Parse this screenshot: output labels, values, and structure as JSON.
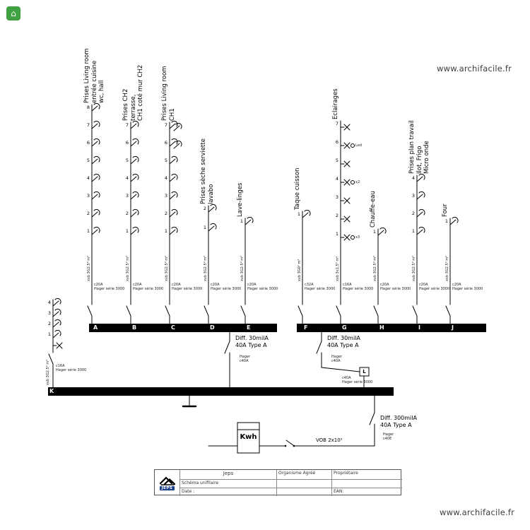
{
  "page": {
    "watermark": "www.archifacile.fr",
    "logo_glyph": "⌂"
  },
  "circuits": [
    {
      "bus_letter": "A",
      "label": "Prises Living room\nentrée cuisine\nwc, hall",
      "wire": "xvb 3G2.5² m²",
      "breaker": "c20A",
      "brand": "Hager série 3000",
      "symbol": "socket",
      "items": [
        {
          "n": "8"
        },
        {
          "n": "7"
        },
        {
          "n": "6"
        },
        {
          "n": "5"
        },
        {
          "n": "4"
        },
        {
          "n": "3"
        },
        {
          "n": "2"
        },
        {
          "n": "1"
        }
      ]
    },
    {
      "bus_letter": "B",
      "label": "Prises CH2\nterrasse,\nCH1 coté mur CH2",
      "wire": "xvb 3G2.5² m²",
      "breaker": "c20A",
      "brand": "Hager série 3000",
      "symbol": "socket",
      "items": [
        {
          "n": "7"
        },
        {
          "n": "6"
        },
        {
          "n": "5"
        },
        {
          "n": "4"
        },
        {
          "n": "3"
        },
        {
          "n": "2"
        },
        {
          "n": "1"
        }
      ]
    },
    {
      "bus_letter": "C",
      "label": "Prises Living room\nCH1",
      "wire": "xvb 3G2.5² m²",
      "breaker": "c20A",
      "brand": "Hager série 3000",
      "symbol": "socket",
      "items": [
        {
          "n": "7",
          "double": true
        },
        {
          "n": "6",
          "double": true
        },
        {
          "n": "5"
        },
        {
          "n": "4"
        },
        {
          "n": "3"
        },
        {
          "n": "2"
        },
        {
          "n": "1"
        }
      ]
    },
    {
      "bus_letter": "D",
      "label": "Prises sèche serviette\nlavabo",
      "wire": "xvb 3G2.5² m²",
      "breaker": "c20A",
      "brand": "Hager série 3000",
      "symbol": "socket",
      "items": [
        {
          "n": "2"
        },
        {
          "n": "1"
        }
      ]
    },
    {
      "bus_letter": "E",
      "label": "Lave-linges",
      "wire": "xvb 3G2.5² m²",
      "breaker": "c20A",
      "brand": "Hager série 3000",
      "symbol": "socket",
      "items": [
        {
          "n": "1"
        }
      ]
    },
    {
      "bus_letter": "F",
      "label": "Taque cuisson",
      "wire": "xvb 3G6² m²",
      "breaker": "c32A",
      "brand": "Hager série 3000",
      "symbol": "socket",
      "items": [
        {
          "n": "1"
        }
      ]
    },
    {
      "bus_letter": "G",
      "label": "Eclairages",
      "wire": "xvb 3x1.5² m²",
      "breaker": "c16A",
      "brand": "Hager série 3000",
      "symbol": "lamp",
      "items": [
        {
          "n": "7"
        },
        {
          "n": "6",
          "note": "Led"
        },
        {
          "n": "5"
        },
        {
          "n": "4",
          "note": "x2"
        },
        {
          "n": "3"
        },
        {
          "n": "2"
        },
        {
          "n": "1",
          "note": "x3"
        }
      ]
    },
    {
      "bus_letter": "H",
      "label": "Chauffe-eau",
      "wire": "xvb 3G2.5² m²",
      "breaker": "c20A",
      "brand": "Hager série 3000",
      "symbol": "socket",
      "items": [
        {
          "n": "1"
        }
      ]
    },
    {
      "bus_letter": "I",
      "label": "Prises plan travail\nIlot, Frigo\nMicro onde",
      "wire": "xvb 3G2.5² m²",
      "breaker": "c20A",
      "brand": "Hager série 3000",
      "symbol": "socket",
      "items": [
        {
          "n": "4"
        },
        {
          "n": "3"
        },
        {
          "n": "2"
        },
        {
          "n": "1"
        }
      ]
    },
    {
      "bus_letter": "J",
      "label": "Four",
      "wire": "xvb 3G2.5² m²",
      "breaker": "c20A",
      "brand": "Hager série 3000",
      "symbol": "socket",
      "items": [
        {
          "n": "1"
        }
      ]
    }
  ],
  "k_circuit": {
    "bus_letter": "K",
    "wire": "xvb 3G2.5² m²",
    "breaker": "c16A",
    "brand": "Hager série 3000",
    "items": [
      {
        "n": "4"
      },
      {
        "n": "3"
      },
      {
        "n": "2"
      },
      {
        "n": "1"
      }
    ]
  },
  "l_junction": {
    "letter": "L",
    "detail": "c40A\nHager série 3000"
  },
  "diff_left": {
    "label": "Diff. 30milA\n40A Type A",
    "detail": "Hager\nc40A"
  },
  "diff_right": {
    "label": "Diff. 30milA\n40A Type A",
    "detail": "Hager\nc40A"
  },
  "diff_main": {
    "label": "Diff. 300milA\n40A Type A",
    "detail": "Hager\nc40E"
  },
  "meter": {
    "label": "Kwh"
  },
  "supply": {
    "cable_label": "VOB 2x10²"
  },
  "title_block": {
    "company": "Jeps",
    "logo_text": "JEPS",
    "doc_type": "Schéma unifilaire",
    "org_label": "Organisme Agréé",
    "owner_label": "Propriétaire",
    "date_label": "Date :",
    "ean_label": "EAN:"
  }
}
